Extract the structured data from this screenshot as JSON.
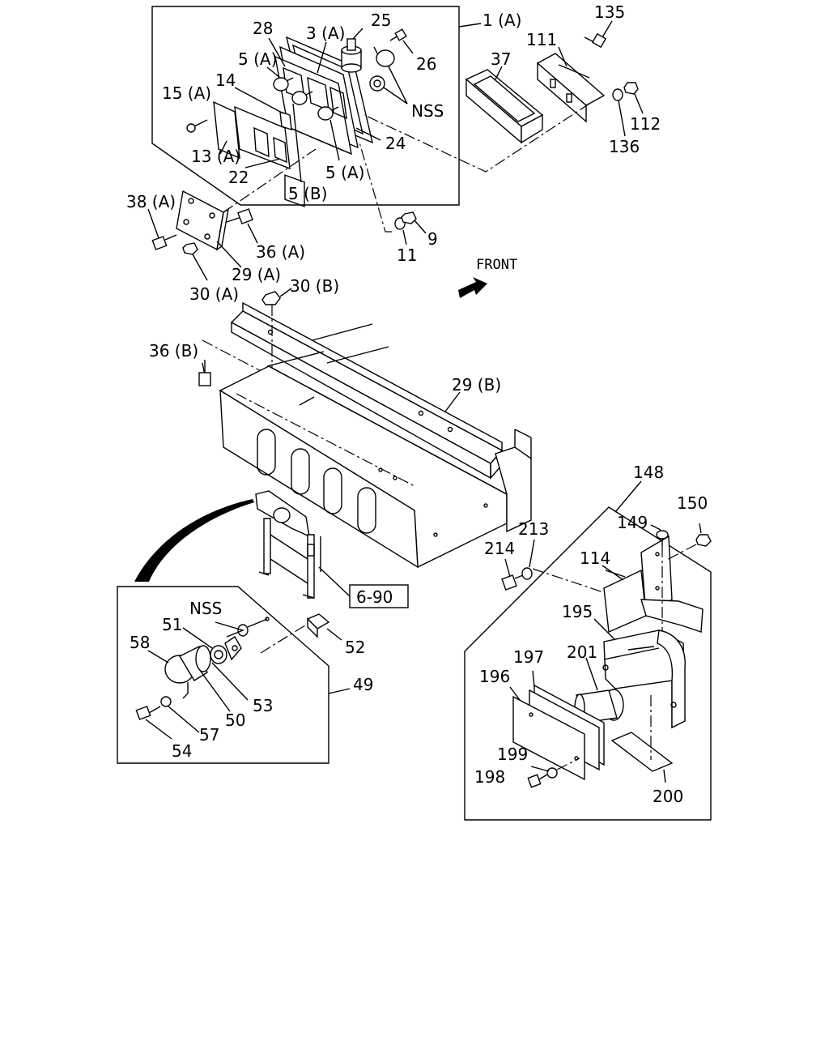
{
  "labels": {
    "l_1a": "1 (A)",
    "l_3a": "3 (A)",
    "l_5a_1": "5 (A)",
    "l_5a_2": "5 (A)",
    "l_5b": "5 (B)",
    "l_6_90": "6-90",
    "l_9": "9",
    "l_11": "11",
    "l_13a": "13 (A)",
    "l_14": "14",
    "l_15a": "15 (A)",
    "l_22": "22",
    "l_24": "24",
    "l_25": "25",
    "l_26": "26",
    "l_28": "28",
    "l_29a": "29 (A)",
    "l_29b": "29 (B)",
    "l_30a": "30 (A)",
    "l_30b": "30 (B)",
    "l_36a": "36 (A)",
    "l_36b": "36 (B)",
    "l_37": "37",
    "l_38a": "38 (A)",
    "l_49": "49",
    "l_50": "50",
    "l_51": "51",
    "l_52": "52",
    "l_53": "53",
    "l_54": "54",
    "l_57": "57",
    "l_58": "58",
    "l_111": "111",
    "l_112": "112",
    "l_114": "114",
    "l_135": "135",
    "l_136": "136",
    "l_148": "148",
    "l_149": "149",
    "l_150": "150",
    "l_195": "195",
    "l_196": "196",
    "l_197": "197",
    "l_198": "198",
    "l_199": "199",
    "l_200": "200",
    "l_201": "201",
    "l_213": "213",
    "l_214": "214",
    "l_nss_1": "NSS",
    "l_nss_2": "NSS",
    "l_front": "FRONT"
  },
  "colors": {
    "line": "#000000",
    "background": "#ffffff"
  },
  "icons": {
    "front_direction": "arrow-icon"
  }
}
